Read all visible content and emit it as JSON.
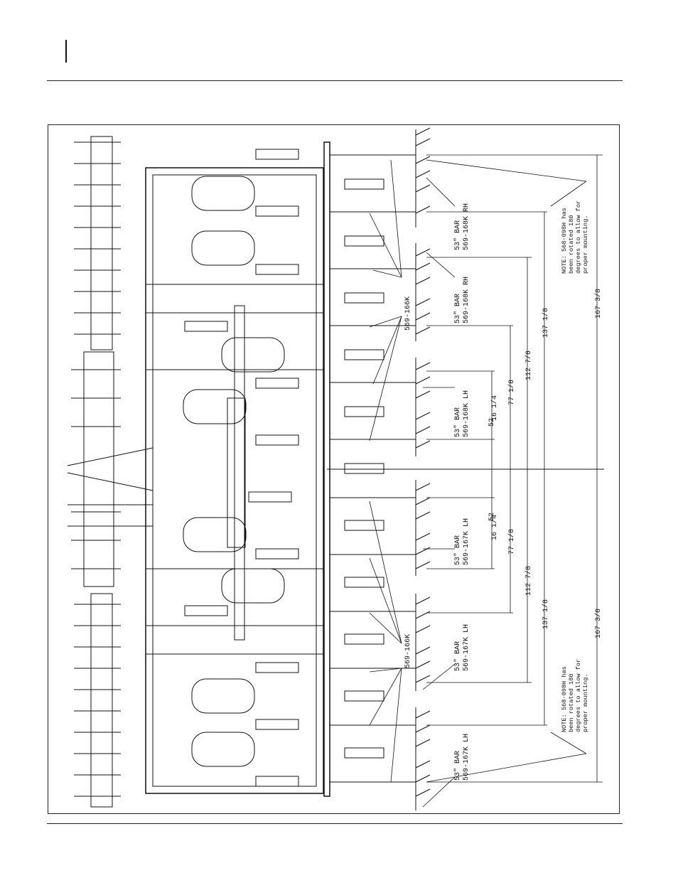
{
  "labels": {
    "part_166k": "569-166K",
    "note_line1": "NOTE: 568-098H has",
    "note_line2": "been rotated 180",
    "note_line3": "degrees to allow for",
    "note_line4": "proper mounting.",
    "bar_53": "53\" BAR",
    "bar_168k_rh": "569-168K RH",
    "bar_168k_lh": "569-168K LH",
    "bar_167k_lh": "569-167K LH"
  },
  "dimensions": {
    "d_16_1_4": "16 1/4",
    "d_52": "52",
    "d_77_1_8": "77 1/8",
    "d_112_7_8": "112 7/8",
    "d_137_1_8": "137 1/8",
    "d_167_3_8": "167 3/8"
  },
  "colors": {
    "ink": "#111111",
    "paper": "#ffffff"
  }
}
